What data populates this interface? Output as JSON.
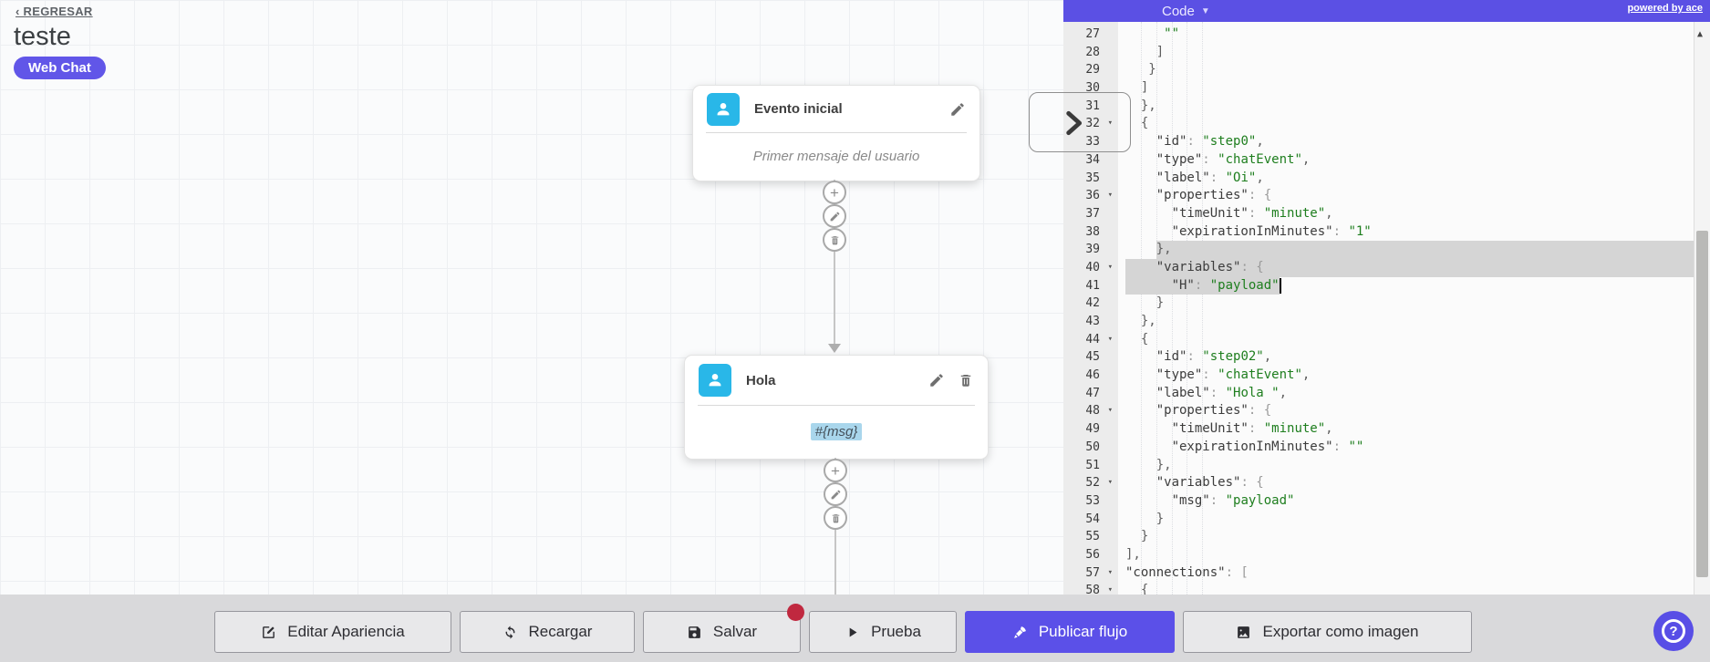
{
  "header": {
    "back": "‹ REGRESAR",
    "title": "teste",
    "badge": "Web Chat"
  },
  "nodes": [
    {
      "title": "Evento inicial",
      "body": "Primer mensaje del usuario"
    },
    {
      "title": "Hola",
      "body": "#{msg}"
    }
  ],
  "connector": {
    "buttons": [
      "add",
      "edit",
      "delete"
    ]
  },
  "code_panel": {
    "mode_label": "Code",
    "powered": "powered by ace",
    "lines": [
      {
        "n": 27,
        "fold": false,
        "segs": [
          [
            "     ",
            "p"
          ],
          [
            "\"\"",
            "s"
          ]
        ]
      },
      {
        "n": 28,
        "fold": false,
        "segs": [
          [
            "    ]",
            "p"
          ]
        ]
      },
      {
        "n": 29,
        "fold": false,
        "segs": [
          [
            "   }",
            "p"
          ]
        ]
      },
      {
        "n": 30,
        "fold": false,
        "segs": [
          [
            "  ]",
            "p"
          ]
        ]
      },
      {
        "n": 31,
        "fold": false,
        "segs": [
          [
            "  },",
            "p"
          ]
        ]
      },
      {
        "n": 32,
        "fold": true,
        "segs": [
          [
            "  {",
            "p"
          ]
        ]
      },
      {
        "n": 33,
        "fold": false,
        "segs": [
          [
            "    ",
            "p"
          ],
          [
            "\"id\"",
            "k"
          ],
          [
            ": ",
            "c"
          ],
          [
            "\"step0\"",
            "s"
          ],
          [
            ",",
            "p"
          ]
        ]
      },
      {
        "n": 34,
        "fold": false,
        "segs": [
          [
            "    ",
            "p"
          ],
          [
            "\"type\"",
            "k"
          ],
          [
            ": ",
            "c"
          ],
          [
            "\"chatEvent\"",
            "s"
          ],
          [
            ",",
            "p"
          ]
        ]
      },
      {
        "n": 35,
        "fold": false,
        "segs": [
          [
            "    ",
            "p"
          ],
          [
            "\"label\"",
            "k"
          ],
          [
            ": ",
            "c"
          ],
          [
            "\"Oi\"",
            "s"
          ],
          [
            ",",
            "p"
          ]
        ]
      },
      {
        "n": 36,
        "fold": true,
        "segs": [
          [
            "    ",
            "p"
          ],
          [
            "\"properties\"",
            "k"
          ],
          [
            ": {",
            "c"
          ]
        ]
      },
      {
        "n": 37,
        "fold": false,
        "segs": [
          [
            "      ",
            "p"
          ],
          [
            "\"timeUnit\"",
            "k"
          ],
          [
            ": ",
            "c"
          ],
          [
            "\"minute\"",
            "s"
          ],
          [
            ",",
            "p"
          ]
        ]
      },
      {
        "n": 38,
        "fold": false,
        "segs": [
          [
            "      ",
            "p"
          ],
          [
            "\"expirationInMinutes\"",
            "k"
          ],
          [
            ": ",
            "c"
          ],
          [
            "\"1\"",
            "s"
          ]
        ]
      },
      {
        "n": 39,
        "fold": false,
        "segs": [
          [
            "    },",
            "p"
          ]
        ]
      },
      {
        "n": 40,
        "fold": true,
        "segs": [
          [
            "    ",
            "p"
          ],
          [
            "\"variables\"",
            "k"
          ],
          [
            ": {",
            "c"
          ]
        ]
      },
      {
        "n": 41,
        "fold": false,
        "segs": [
          [
            "      ",
            "p"
          ],
          [
            "\"H\"",
            "k"
          ],
          [
            ": ",
            "c"
          ],
          [
            "\"payload\"",
            "s"
          ]
        ]
      },
      {
        "n": 42,
        "fold": false,
        "segs": [
          [
            "    }",
            "p"
          ]
        ]
      },
      {
        "n": 43,
        "fold": false,
        "segs": [
          [
            "  },",
            "p"
          ]
        ]
      },
      {
        "n": 44,
        "fold": true,
        "segs": [
          [
            "  {",
            "p"
          ]
        ]
      },
      {
        "n": 45,
        "fold": false,
        "segs": [
          [
            "    ",
            "p"
          ],
          [
            "\"id\"",
            "k"
          ],
          [
            ": ",
            "c"
          ],
          [
            "\"step02\"",
            "s"
          ],
          [
            ",",
            "p"
          ]
        ]
      },
      {
        "n": 46,
        "fold": false,
        "segs": [
          [
            "    ",
            "p"
          ],
          [
            "\"type\"",
            "k"
          ],
          [
            ": ",
            "c"
          ],
          [
            "\"chatEvent\"",
            "s"
          ],
          [
            ",",
            "p"
          ]
        ]
      },
      {
        "n": 47,
        "fold": false,
        "segs": [
          [
            "    ",
            "p"
          ],
          [
            "\"label\"",
            "k"
          ],
          [
            ": ",
            "c"
          ],
          [
            "\"Hola \"",
            "s"
          ],
          [
            ",",
            "p"
          ]
        ]
      },
      {
        "n": 48,
        "fold": true,
        "segs": [
          [
            "    ",
            "p"
          ],
          [
            "\"properties\"",
            "k"
          ],
          [
            ": {",
            "c"
          ]
        ]
      },
      {
        "n": 49,
        "fold": false,
        "segs": [
          [
            "      ",
            "p"
          ],
          [
            "\"timeUnit\"",
            "k"
          ],
          [
            ": ",
            "c"
          ],
          [
            "\"minute\"",
            "s"
          ],
          [
            ",",
            "p"
          ]
        ]
      },
      {
        "n": 50,
        "fold": false,
        "segs": [
          [
            "      ",
            "p"
          ],
          [
            "\"expirationInMinutes\"",
            "k"
          ],
          [
            ": ",
            "c"
          ],
          [
            "\"\"",
            "s"
          ]
        ]
      },
      {
        "n": 51,
        "fold": false,
        "segs": [
          [
            "    },",
            "p"
          ]
        ]
      },
      {
        "n": 52,
        "fold": true,
        "segs": [
          [
            "    ",
            "p"
          ],
          [
            "\"variables\"",
            "k"
          ],
          [
            ": {",
            "c"
          ]
        ]
      },
      {
        "n": 53,
        "fold": false,
        "segs": [
          [
            "      ",
            "p"
          ],
          [
            "\"msg\"",
            "k"
          ],
          [
            ": ",
            "c"
          ],
          [
            "\"payload\"",
            "s"
          ]
        ]
      },
      {
        "n": 54,
        "fold": false,
        "segs": [
          [
            "    }",
            "p"
          ]
        ]
      },
      {
        "n": 55,
        "fold": false,
        "segs": [
          [
            "  }",
            "p"
          ]
        ]
      },
      {
        "n": 56,
        "fold": false,
        "segs": [
          [
            "],",
            "p"
          ]
        ]
      },
      {
        "n": 57,
        "fold": true,
        "segs": [
          [
            "\"connections\"",
            "k"
          ],
          [
            ": [",
            "c"
          ]
        ]
      },
      {
        "n": 58,
        "fold": true,
        "segs": [
          [
            "  {",
            "p"
          ]
        ]
      }
    ],
    "selection": [
      {
        "line": 39,
        "from_ch": 4,
        "to": "end"
      },
      {
        "line": 40,
        "from_ch": 0,
        "to": "end"
      },
      {
        "line": 41,
        "from_ch": 0,
        "to_ch": 20,
        "cursor_ch": 20
      }
    ]
  },
  "toolbar": {
    "buttons": [
      {
        "label": "Editar Apariencia",
        "icon": "edit-square"
      },
      {
        "label": "Recargar",
        "icon": "refresh"
      },
      {
        "label": "Salvar",
        "icon": "save",
        "badge": true
      },
      {
        "label": "Prueba",
        "icon": "play"
      },
      {
        "label": "Publicar flujo",
        "icon": "rocket",
        "style": "primary"
      },
      {
        "label": "Exportar como imagen",
        "icon": "image"
      }
    ]
  },
  "help": {
    "label": "?"
  },
  "colors": {
    "accent": "#5b50e8",
    "badge": "#6156e8",
    "node_icon": "#29b7e8",
    "string_token": "#1e7e1e",
    "selection": "#d5d5d5",
    "alert_dot": "#c0283f",
    "msg_highlight": "#a9d6ec"
  }
}
